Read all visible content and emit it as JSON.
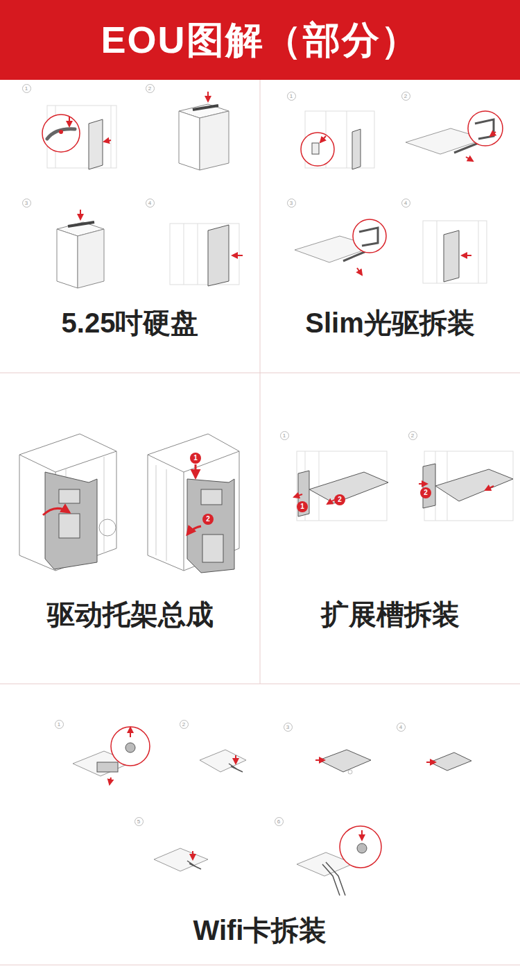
{
  "diagram": {
    "title": "EOU图解（部分）",
    "nodes": [
      {
        "text": [
          "5.25吋硬盘"
        ]
      },
      {
        "text": [
          "Slim光驱拆装"
        ]
      },
      {
        "text": [
          "驱动托架总成"
        ]
      },
      {
        "text": [
          "扩展槽拆装"
        ]
      },
      {
        "text": [
          "Wifi卡拆装"
        ]
      }
    ],
    "labels": [
      "1",
      "2",
      "3",
      "4",
      "1",
      "2",
      "3",
      "4",
      "1",
      "2",
      "1",
      "2",
      "3",
      "4",
      "5",
      "6",
      "1",
      "2",
      "1",
      "2",
      "2"
    ]
  }
}
